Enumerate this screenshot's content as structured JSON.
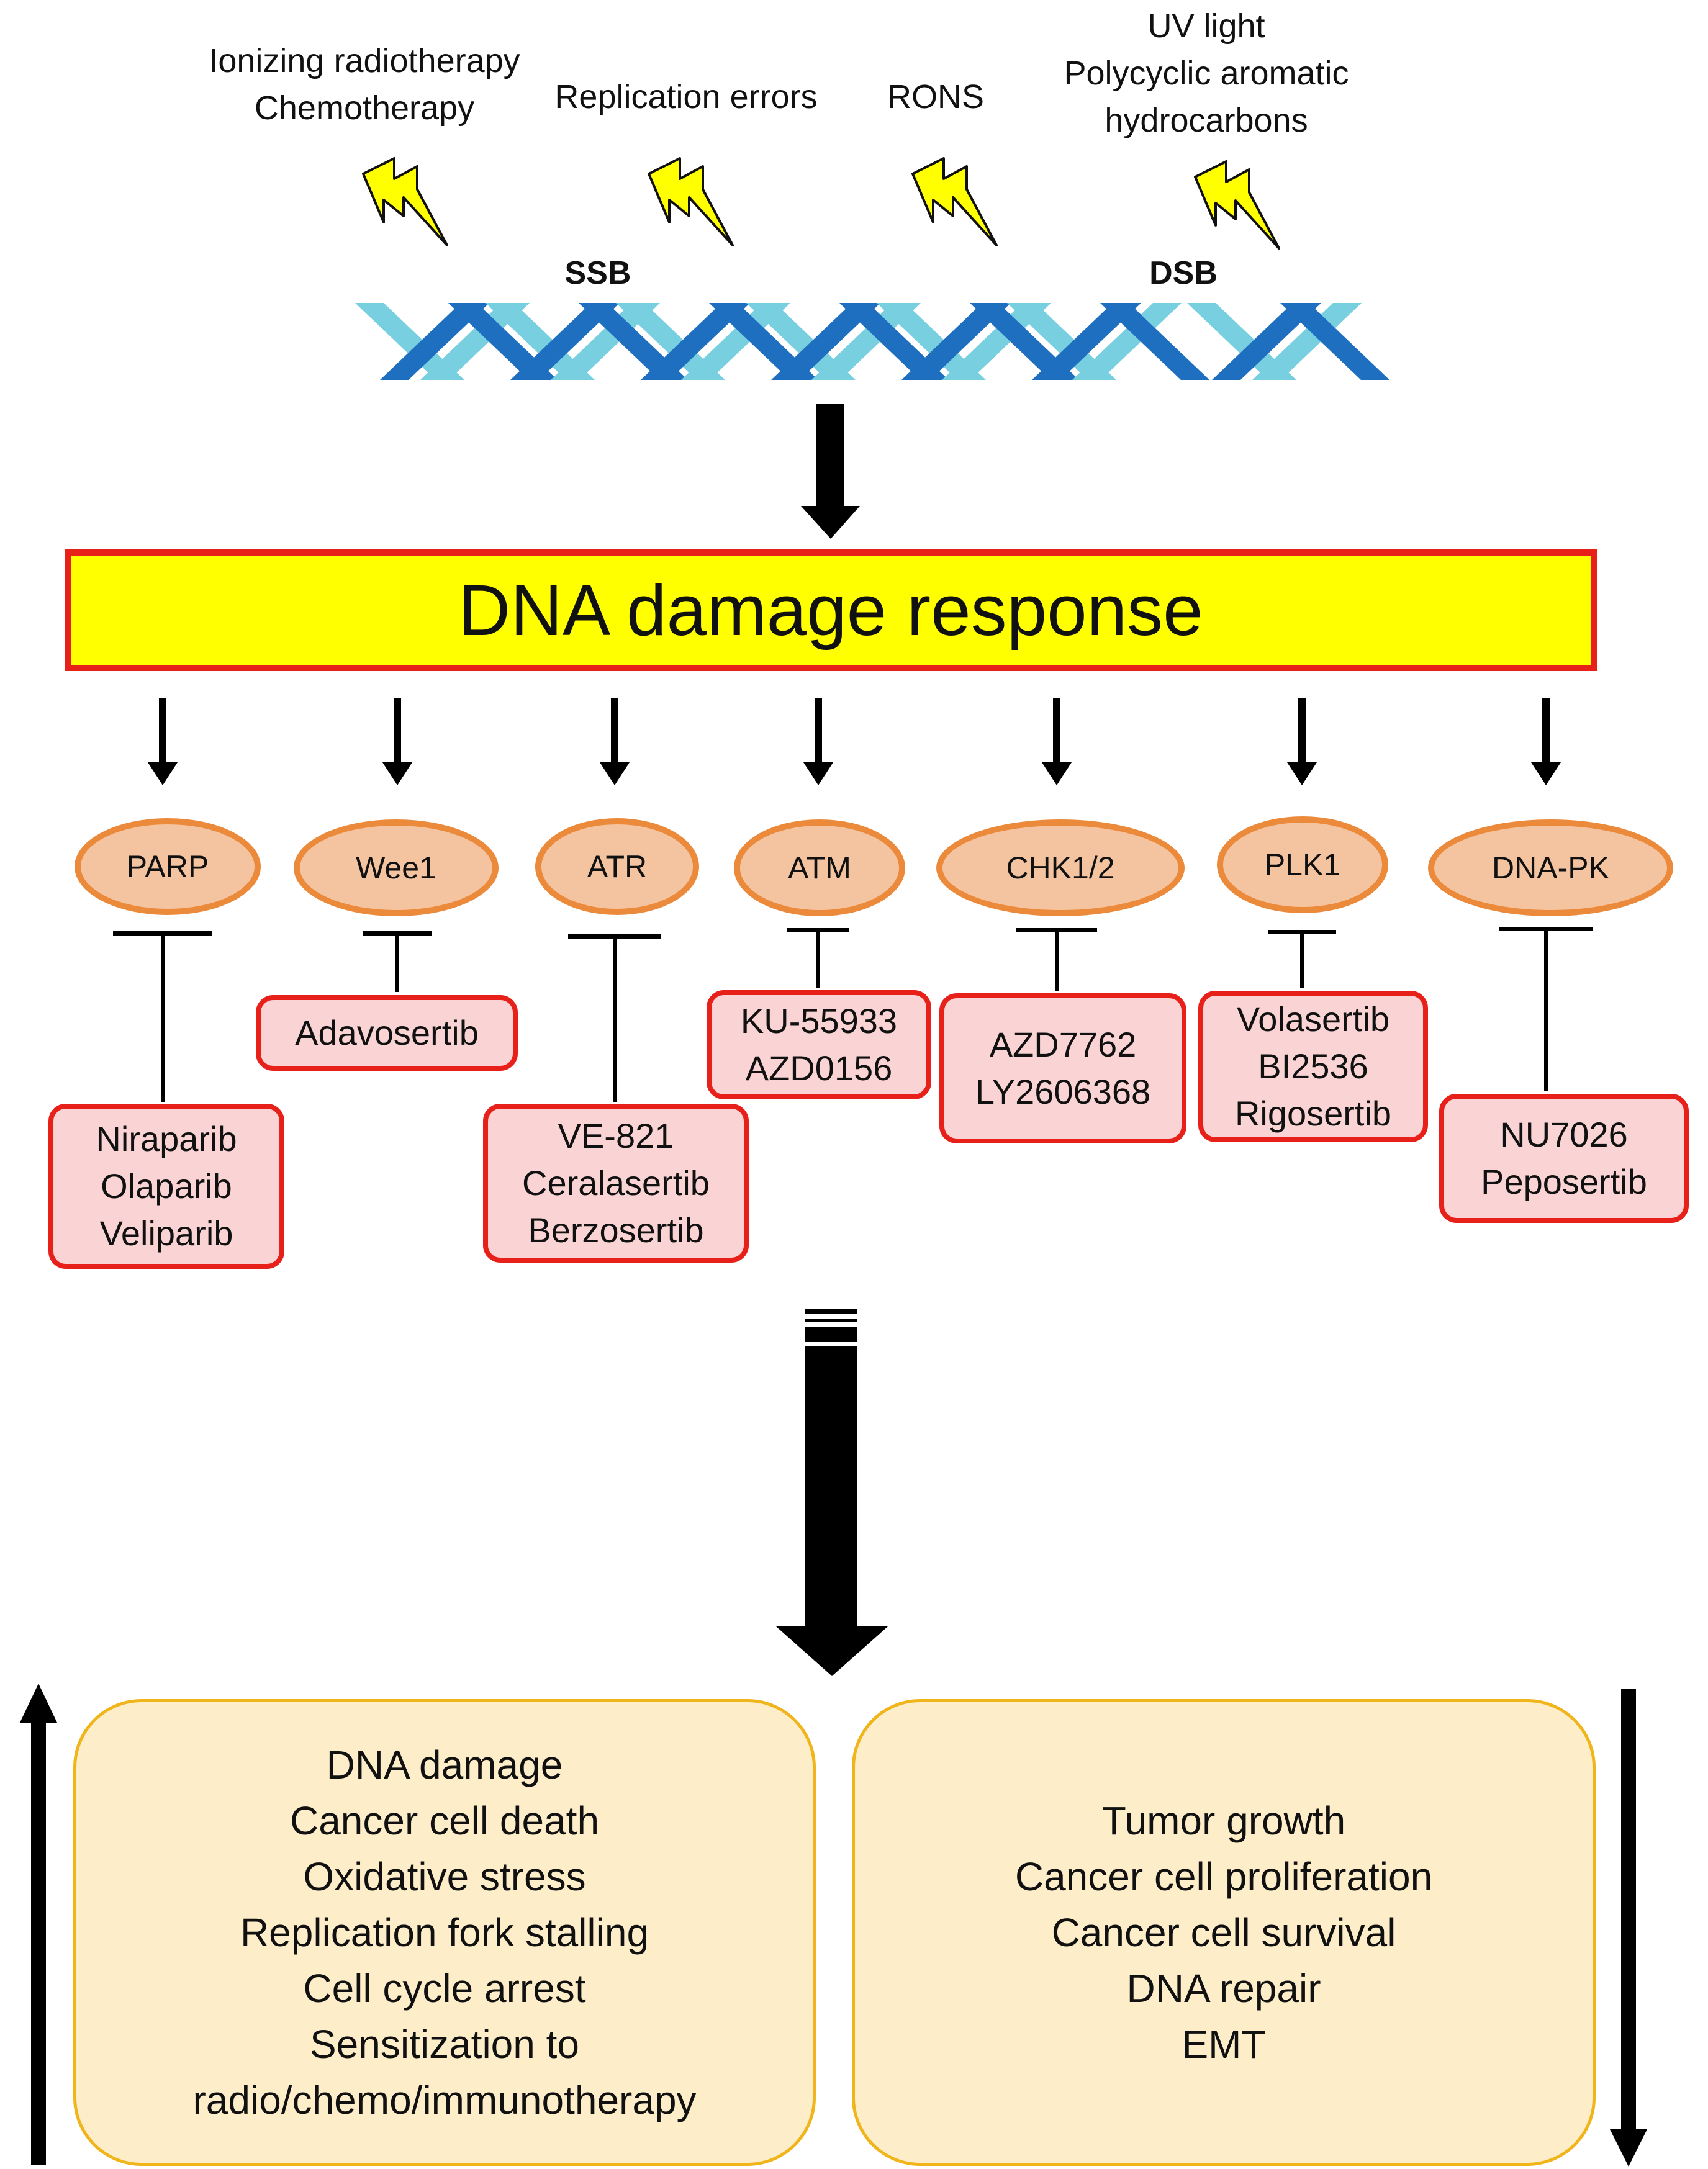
{
  "damage_sources": [
    {
      "lines": [
        "Ionizing radiotherapy",
        "Chemotherapy"
      ],
      "icon": "lightning-bolt"
    },
    {
      "lines": [
        "Replication errors"
      ],
      "icon": "lightning-bolt"
    },
    {
      "lines": [
        "RONS"
      ],
      "icon": "lightning-bolt"
    },
    {
      "lines": [
        "UV light",
        "Polycyclic aromatic",
        "hydrocarbons"
      ],
      "icon": "lightning-bolt"
    }
  ],
  "breaks": {
    "ssb": "SSB",
    "dsb": "DSB"
  },
  "response": {
    "label": "DNA damage response"
  },
  "targets": [
    {
      "name": "PARP",
      "inhibitors": [
        "Niraparib",
        "Olaparib",
        "Veliparib"
      ]
    },
    {
      "name": "Wee1",
      "inhibitors": [
        "Adavosertib"
      ]
    },
    {
      "name": "ATR",
      "inhibitors": [
        "VE-821",
        "Ceralasertib",
        "Berzosertib"
      ]
    },
    {
      "name": "ATM",
      "inhibitors": [
        "KU-55933",
        "AZD0156"
      ]
    },
    {
      "name": "CHK1/2",
      "inhibitors": [
        "AZD7762",
        "LY2606368"
      ]
    },
    {
      "name": "PLK1",
      "inhibitors": [
        "Volasertib",
        "BI2536",
        "Rigosertib"
      ]
    },
    {
      "name": "DNA-PK",
      "inhibitors": [
        "NU7026",
        "Peposertib"
      ]
    }
  ],
  "outcomes": {
    "increased": [
      "DNA damage",
      "Cancer cell death",
      "Oxidative stress",
      "Replication fork stalling",
      "Cell cycle arrest",
      "Sensitization to",
      "radio/chemo/immunotherapy"
    ],
    "decreased": [
      "Tumor growth",
      "Cancer cell proliferation",
      "Cancer cell survival",
      "DNA repair",
      "EMT"
    ]
  },
  "colors": {
    "response_fill": "#ffff00",
    "response_border": "#e8201a",
    "target_fill": "#f4c4a1",
    "target_border": "#ec8a3c",
    "inhibitor_fill": "#fad4d4",
    "inhibitor_border": "#e8201a",
    "outcome_fill": "#fdeec9",
    "outcome_border": "#f1b51c",
    "dna_dark": "#1f6fc0",
    "dna_light": "#78cfdf",
    "bolt_fill": "#ffff00"
  }
}
